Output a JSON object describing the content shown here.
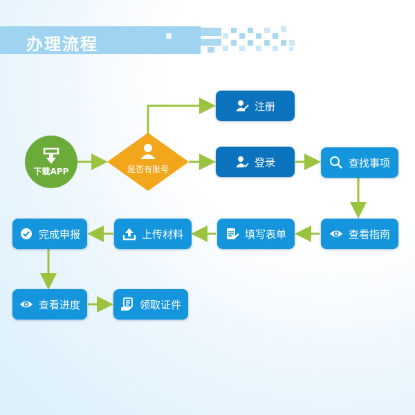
{
  "header": {
    "title": "办理流程"
  },
  "colors": {
    "title_bar": "#9fd3f0",
    "start_node": "#6bab3a",
    "decision_node": "#f2a61c",
    "node_dark": "#0b72bd",
    "node_light": "#1596dc",
    "arrow": "#9cc33f"
  },
  "flow": {
    "start": {
      "label": "下载APP",
      "icon": "download-icon"
    },
    "decision": {
      "label": "是否有账号",
      "icon": "user-icon"
    },
    "nodes": [
      {
        "id": "register",
        "label": "注册",
        "icon": "user-edit-icon"
      },
      {
        "id": "login",
        "label": "登录",
        "icon": "user-check-icon"
      },
      {
        "id": "find",
        "label": "查找事项",
        "icon": "search-icon"
      },
      {
        "id": "guide",
        "label": "查看指南",
        "icon": "eye-icon"
      },
      {
        "id": "fill",
        "label": "填写表单",
        "icon": "form-edit-icon"
      },
      {
        "id": "upload",
        "label": "上传材料",
        "icon": "upload-icon"
      },
      {
        "id": "submit",
        "label": "完成申报",
        "icon": "check-circle-icon"
      },
      {
        "id": "progress",
        "label": "查看进度",
        "icon": "eye-icon"
      },
      {
        "id": "receive",
        "label": "领取证件",
        "icon": "certificate-icon"
      }
    ],
    "edges": [
      [
        "start",
        "decision"
      ],
      [
        "decision",
        "register"
      ],
      [
        "decision",
        "login"
      ],
      [
        "login",
        "find"
      ],
      [
        "find",
        "guide"
      ],
      [
        "guide",
        "fill"
      ],
      [
        "fill",
        "upload"
      ],
      [
        "upload",
        "submit"
      ],
      [
        "submit",
        "progress"
      ],
      [
        "progress",
        "receive"
      ]
    ]
  }
}
